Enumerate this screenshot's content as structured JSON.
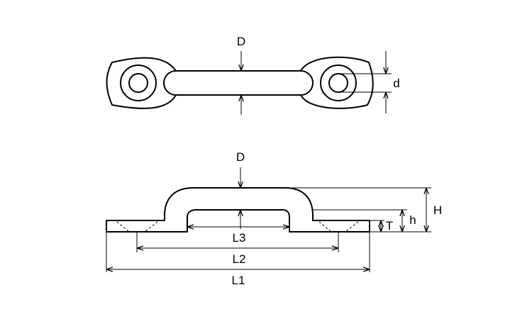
{
  "labels": {
    "top_D": "D",
    "top_d": "d",
    "side_D": "D",
    "H": "H",
    "h": "h",
    "T": "T",
    "L1": "L1",
    "L2": "L2",
    "L3": "L3"
  }
}
